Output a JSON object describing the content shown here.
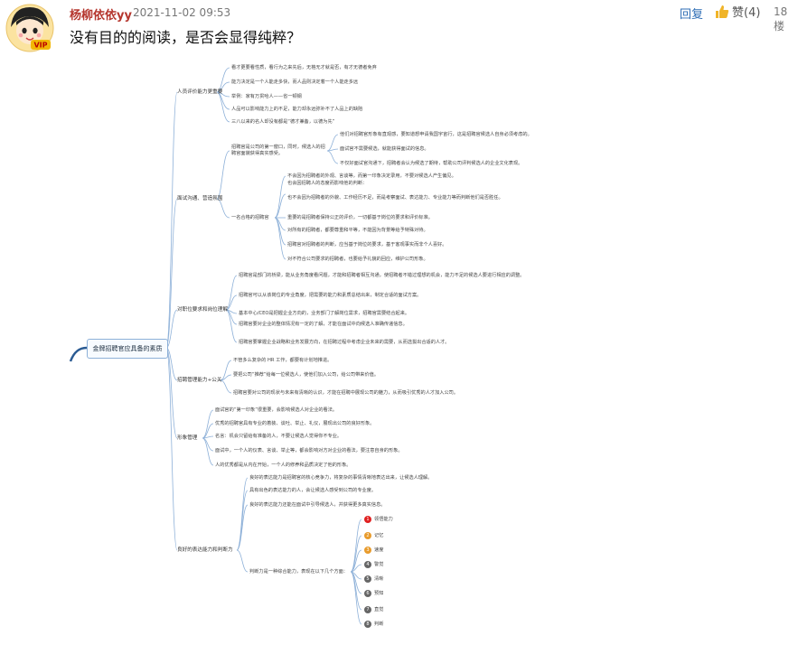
{
  "author": "杨柳依依yy",
  "timestamp": "2021-11-02 09:53",
  "reply_label": "回复",
  "like_label": "赞(4)",
  "floor": "18楼",
  "post_title": "没有目的的阅读，是否会显得纯粹？",
  "avatar_badge": "VIP",
  "colors": {
    "author": "#b5372f",
    "link": "#2e6db5",
    "line": "#8db0d8"
  },
  "mindmap": {
    "root": "金牌招聘官应具备的素质",
    "branch1": {
      "label": "人员评价能力更重要",
      "items": [
        "看才更要看性质，看行为之来先后，无格无才就是否，有才无德者免弃",
        "能力决定是一个人能走多快，而人品则决定着一个人能走多远",
        "举例：家有万贯哈人——省一顿钢",
        "人品可以影响能力上的不足，能力却永远弥补不了人品上的缺陷",
        "三八以来的名人却没有都是“德才兼备，以德为先”"
      ]
    },
    "branch2": {
      "label": "面试沟通、营造氛围",
      "sub1": "招聘官是公司的第一窗口，同时，候选人的招聘官面貌获得真实感受。",
      "sub1_items": [
        "他们对招聘官形象有直观感，要知道想申请我国宇宙行，这是招聘官候选人自身必须考虑的。",
        "面试官不需要候选，就能获得面试的信息。",
        "不仅好面试官沟通下，招聘者会认为候选了期待，帮助公司评判候选人的企业文化表现。"
      ],
      "sub2": "一名合格的招聘官",
      "sub2_items": [
        "不会因为招聘者的外观、言谈等，而第一印象决定录用，不要对候选人产生偏见。",
        "也会因招聘人的态度而影响他的判断：",
        "也不会因为招聘者的外貌、工作经历不足，而是考察面试、表达能力、专业能力等而判断他们是否胜任。",
        "重要的是招聘者保持公正的评价，一切都基于岗位的要求和评价标准。",
        "对所有的招聘者，都要尊重和平等，不能因为背景等给予特殊对待。",
        "招聘官对招聘者的判断，应当基于岗位的要求，基于客观事实而非个人喜好。",
        "对不符合公司要求的招聘者，也要给予礼貌的回应，维护公司形象。"
      ]
    },
    "branch3": {
      "label": "对职位要求和岗位理解",
      "items": [
        "招聘官是部门的桥梁，能从业务角度看问题，才能和招聘者相互沟通，使招聘者不错过理想的机会，能力不足的候选人要进行相应的调整。",
        "招聘官可以从该岗位的专业角度，把需要的能力和素质总结出来，制定合适的面试方案。",
        "基本中心/CEO是把握企业方向的，业务部门了解岗位需求，招聘官需要结合起来。",
        "招聘官要对企业的整体情况有一定的了解，才能在面试中向候选人准确传递信息。",
        "招聘官要掌握企业战略和业务发展方向，在招聘过程中考虑企业未来的需要，从而选拔出合适的人才。"
      ]
    },
    "branch4": {
      "label": "招聘管理能力+公关",
      "items": [
        "不管多么复杂的 HR 工作，都要有计划地推进。",
        "要把公司“推荐”给每一位候选人，使他们加入公司，给公司带来价值。",
        "招聘官要对公司的现状与未来有清晰的认识，才能在招聘中展现公司的魅力，从而吸引优秀的人才加入公司。"
      ]
    },
    "branch5": {
      "label": "形象管理",
      "items": [
        "面试官的“第一印象”很重要，会影响候选人对企业的看法。",
        "优秀的招聘官具有专业的着装、谈吐、举止、礼仪，展现出公司的良好形象。",
        "名言：机会只留给有准备的人，不要让候选人觉得你不专业。",
        "面试中，一个人的仪表、言谈、举止等，都会影响对方对企业的看法，要注意自身的形象。",
        "人的优秀都是从内在开始，一个人的修养和品质决定了他的形象。"
      ]
    },
    "branch6": {
      "label": "良好的表达能力和判断力",
      "items": [
        "良好的表达能力是招聘官的核心竞争力，将复杂的事情清晰地表达出来，让候选人理解。",
        "具有出色的表达能力的人，会让候选人感受到公司的专业度。",
        "良好的表达能力还能在面试中引导候选人，并获得更多真实信息。"
      ],
      "judgement": "判断力是一种综合能力，表现在以下几个方面：",
      "judgement_items": [
        "领悟能力",
        "记忆",
        "速度",
        "警觉",
        "清晰",
        "预知",
        "直觉",
        "判断"
      ]
    }
  }
}
